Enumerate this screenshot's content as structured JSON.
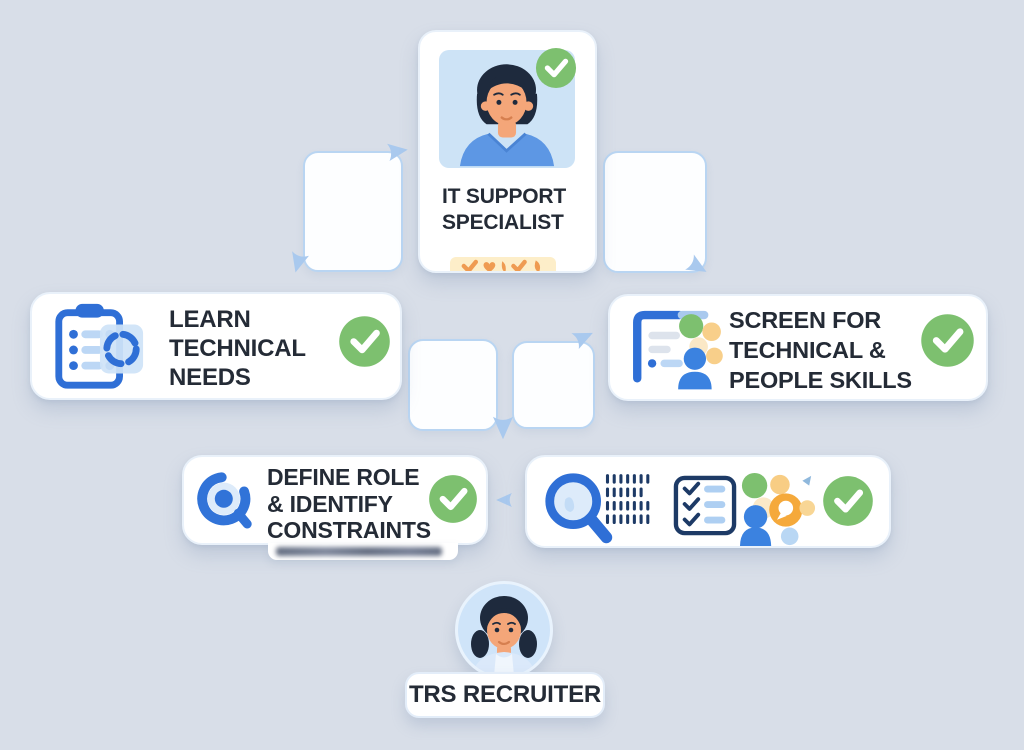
{
  "title": "Recruitment process flow diagram",
  "colors": {
    "background": "#d8dee8",
    "card": "#ffffff",
    "text": "#242b36",
    "check_green": "#7dc06f",
    "primary_blue": "#2f6fd6",
    "light_blue": "#cfe3f8",
    "arrow_blue": "#a9c9ee",
    "cream": "#fdeec9",
    "orange": "#ef9b52",
    "amber": "#f5a93b"
  },
  "goal_card": {
    "line1": "IT SUPPORT",
    "line2": "SPECIALIST",
    "photo_icon": "male-candidate-avatar",
    "status_icon": "check-circle",
    "reactions_icon": "approval-marks",
    "reactions": [
      "check",
      "heart",
      "comma",
      "check",
      "oval"
    ]
  },
  "steps": {
    "learn": {
      "line1": "LEARN",
      "line2": "TECHNICAL",
      "line3": "NEEDS",
      "icon": "clipboard-sync",
      "status_icon": "check-circle"
    },
    "screen": {
      "line1": "SCREEN FOR",
      "line2": "TECHNICAL &",
      "line3": "PEOPLE SKILLS",
      "icon": "screening-board-people",
      "status_icon": "check-circle"
    },
    "define": {
      "line1": "DEFINE ROLE",
      "line2": "& IDENTIFY",
      "line3": "CONSTRAINTS",
      "icon": "target-scope",
      "status_icon": "check-circle"
    },
    "source": {
      "icons": [
        "magnifier",
        "dash-grid",
        "checklist",
        "people-cluster"
      ],
      "status_icon": "check-circle"
    }
  },
  "recruiter": {
    "label": "TRS RECRUITER",
    "icon": "female-recruiter-avatar"
  }
}
